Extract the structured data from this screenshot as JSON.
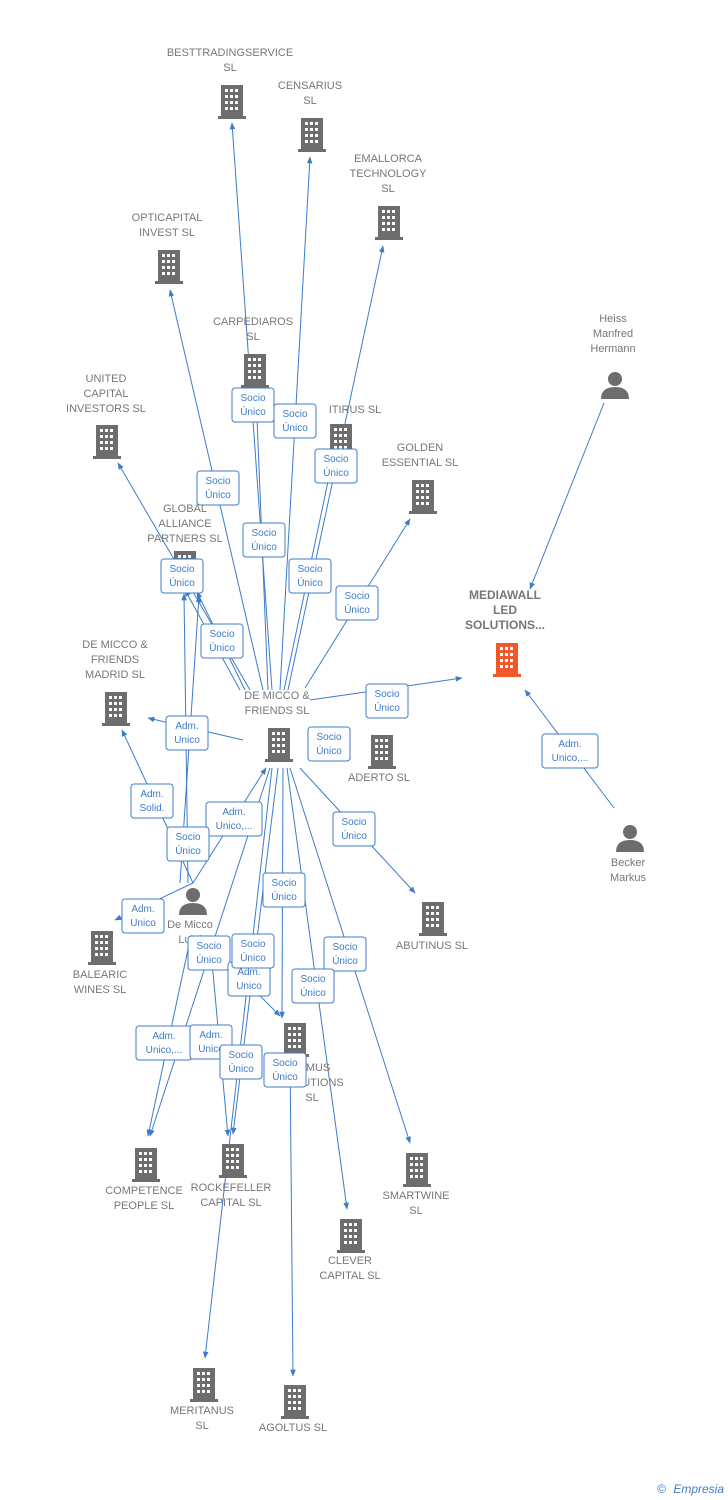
{
  "colors": {
    "edge": "#3d7cc9",
    "building": "#6d6d6d",
    "focus": "#f0592a",
    "person": "#6d6d6d",
    "label": "#777777"
  },
  "nodes": [
    {
      "id": "besttrading",
      "kind": "building",
      "label": [
        "BESTTRADINGSERVICE",
        "SL"
      ]
    },
    {
      "id": "censarius",
      "kind": "building",
      "label": [
        "CENSARIUS",
        "SL"
      ]
    },
    {
      "id": "emallorca",
      "kind": "building",
      "label": [
        "EMALLORCA",
        "TECHNOLOGY",
        "SL"
      ]
    },
    {
      "id": "opticapital",
      "kind": "building",
      "label": [
        "OPTICAPITAL",
        "INVEST  SL"
      ]
    },
    {
      "id": "carpediaros",
      "kind": "building",
      "label": [
        "CARPEDIAROS",
        "SL"
      ]
    },
    {
      "id": "unitedcapital",
      "kind": "building",
      "label": [
        "UNITED",
        "CAPITAL",
        "INVESTORS  SL"
      ]
    },
    {
      "id": "itirus",
      "kind": "building",
      "label": [
        "ITIRUS  SL"
      ]
    },
    {
      "id": "golden",
      "kind": "building",
      "label": [
        "GOLDEN",
        "ESSENTIAL  SL"
      ]
    },
    {
      "id": "global",
      "kind": "building",
      "label": [
        "GLOBAL",
        "ALLIANCE",
        "PARTNERS  SL"
      ]
    },
    {
      "id": "mediawall",
      "kind": "focus",
      "label": [
        "MEDIAWALL",
        "LED",
        "SOLUTIONS..."
      ]
    },
    {
      "id": "heiss",
      "kind": "person",
      "label": [
        "Heiss",
        "Manfred",
        "Hermann"
      ]
    },
    {
      "id": "demiccomadrid",
      "kind": "building",
      "label": [
        "DE MICCO &",
        "FRIENDS",
        "MADRID  SL"
      ]
    },
    {
      "id": "demicco",
      "kind": "building",
      "label": [
        "DE MICCO &",
        "FRIENDS  SL"
      ]
    },
    {
      "id": "aderto",
      "kind": "building",
      "label": [
        "ADERTO  SL"
      ]
    },
    {
      "id": "becker",
      "kind": "person",
      "label": [
        "Becker",
        "Markus"
      ]
    },
    {
      "id": "luigi",
      "kind": "person",
      "label": [
        "De Micco",
        "Luigi"
      ]
    },
    {
      "id": "abutinus",
      "kind": "building",
      "label": [
        "ABUTINUS  SL"
      ]
    },
    {
      "id": "balearic",
      "kind": "building",
      "label": [
        "BALEARIC",
        "WINES  SL"
      ]
    },
    {
      "id": "optimus",
      "kind": "building",
      "label": [
        "...IMUS",
        "SOLUTIONS",
        "SL"
      ]
    },
    {
      "id": "competence",
      "kind": "building",
      "label": [
        "COMPETENCE",
        "PEOPLE  SL"
      ]
    },
    {
      "id": "rockefeller",
      "kind": "building",
      "label": [
        "ROCKEFELLER",
        "CAPITAL  SL"
      ]
    },
    {
      "id": "smartwine",
      "kind": "building",
      "label": [
        "SMARTWINE",
        "SL"
      ]
    },
    {
      "id": "clever",
      "kind": "building",
      "label": [
        "CLEVER",
        "CAPITAL  SL"
      ]
    },
    {
      "id": "meritanus",
      "kind": "building",
      "label": [
        "MERITANUS",
        "SL"
      ]
    },
    {
      "id": "agoltus",
      "kind": "building",
      "label": [
        "AGOLTUS  SL"
      ]
    }
  ],
  "edge_labels": [
    [
      "Socio",
      "Único"
    ],
    [
      "Socio",
      "Único"
    ],
    [
      "Socio",
      "Único"
    ],
    [
      "Socio",
      "Único"
    ],
    [
      "Socio",
      "Único"
    ],
    [
      "Socio",
      "Único"
    ],
    [
      "Socio",
      "Único"
    ],
    [
      "Socio",
      "Único"
    ],
    [
      "Socio",
      "Único"
    ],
    [
      "Socio",
      "Único"
    ],
    [
      "Socio",
      "Único"
    ],
    [
      "Adm.",
      "Unico"
    ],
    [
      "Adm.",
      "Solid."
    ],
    [
      "Adm.",
      "Unico,..."
    ],
    [
      "Socio",
      "Único"
    ],
    [
      "Socio",
      "Único"
    ],
    [
      "Adm.",
      "Unico"
    ],
    [
      "Socio",
      "Único"
    ],
    [
      "Socio",
      "Único"
    ],
    [
      "Socio",
      "Único"
    ],
    [
      "Adm.",
      "Unico"
    ],
    [
      "Socio",
      "Único"
    ],
    [
      "Adm.",
      "Unico,..."
    ],
    [
      "Adm.",
      "Unico"
    ],
    [
      "Socio",
      "Único"
    ],
    [
      "Socio",
      "Único"
    ],
    [
      "Socio",
      "Único"
    ],
    [
      "Adm.",
      "Unico,..."
    ]
  ],
  "footer": {
    "copyright": "©",
    "brand": "Empresia"
  }
}
